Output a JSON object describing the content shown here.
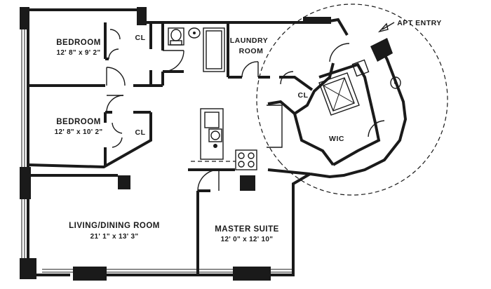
{
  "plan": {
    "entry_label": "APT ENTRY",
    "rooms": {
      "bedroom1": {
        "name": "BEDROOM",
        "dims": "12' 8\" x 9' 2\""
      },
      "bedroom2": {
        "name": "BEDROOM",
        "dims": "12' 8\" x 10' 2\""
      },
      "living": {
        "name": "LIVING/DINING ROOM",
        "dims": "21' 1\" x 13' 3\""
      },
      "master": {
        "name": "MASTER SUITE",
        "dims": "12' 0\" x 12' 10\""
      },
      "laundry": {
        "line1": "LAUNDRY",
        "line2": "ROOM"
      },
      "wic": {
        "name": "WIC"
      }
    },
    "closets": {
      "cl1": "CL",
      "cl2": "CL",
      "cl3": "CL"
    }
  }
}
